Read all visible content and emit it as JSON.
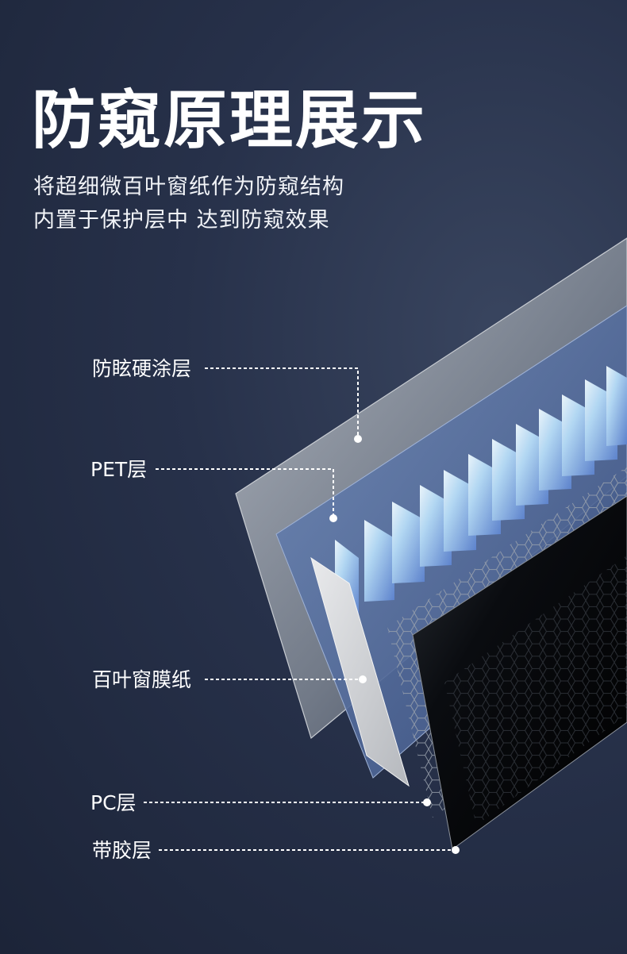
{
  "title": "防窥原理展示",
  "subtitle_lines": [
    "将超细微百叶窗纸作为防窥结构",
    "内置于保护层中 达到防窥效果"
  ],
  "layers": [
    "防眩硬涂层",
    "PET层",
    "百叶窗膜纸",
    "PC层",
    "带胶层"
  ],
  "colors": {
    "background": "#27314a",
    "glass_layer": "#8e97a3",
    "pet_layer": "#5f7aa8",
    "louver": "#7fa6e3",
    "louver_highlight": "#e8f6ff",
    "adhesive_layer": "#050608"
  }
}
